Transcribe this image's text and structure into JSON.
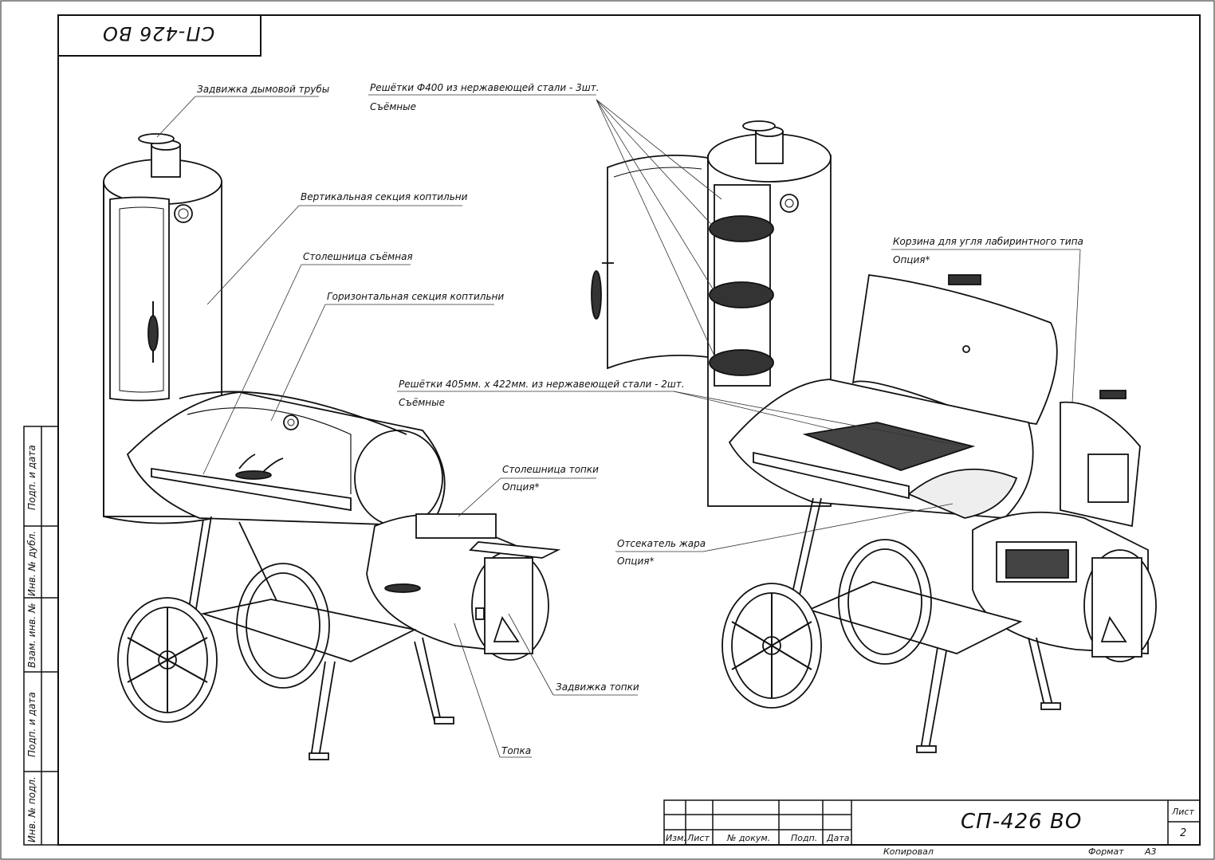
{
  "stamp": {
    "code_mirrored": "СП-426 ВО"
  },
  "callouts": {
    "chimney_damper": "Задвижка дымовой трубы",
    "grates_400": "Решётки Ф400 из нержавеющей стали - 3шт.",
    "grates_400_note": "Съёмные",
    "vertical_section": "Вертикальная секция коптильни",
    "tabletop_removable": "Столешница съёмная",
    "horizontal_section": "Горизонтальная секция коптильни",
    "grates_405": "Решётки 405мм. x 422мм. из нержавеющей стали - 2шт.",
    "grates_405_note": "Съёмные",
    "firebox_tabletop": "Столешница топки",
    "firebox_tabletop_note": "Опция*",
    "coal_basket": "Корзина для угля лабиринтного типа",
    "coal_basket_note": "Опция*",
    "heat_deflector": "Отсекатель жара",
    "heat_deflector_note": "Опция*",
    "firebox_damper": "Задвижка топки",
    "firebox": "Топка"
  },
  "side_stamp": {
    "cells": [
      "Подп. и дата",
      "Инв. № дубл.",
      "Взам. инв. №",
      "Подп. и дата",
      "Инв. № подл."
    ]
  },
  "title_block": {
    "headers": [
      "Изм.",
      "Лист",
      "№ докум.",
      "Подп.",
      "Дата"
    ],
    "designation": "СП-426 ВО",
    "sheet_label": "Лист",
    "sheet_number": "2",
    "copied_label": "Копировал",
    "format_label": "Формат",
    "format_value": "А3"
  }
}
